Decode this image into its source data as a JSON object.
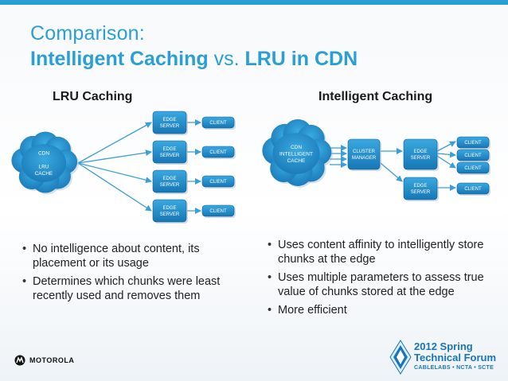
{
  "title": {
    "line1": "Comparison:",
    "line2_a": "Intelligent Caching",
    "line2_b": " vs. ",
    "line2_c": "LRU in CDN"
  },
  "left": {
    "heading": "LRU Caching",
    "cloud": [
      "CDN",
      "",
      "LRU",
      "CACHE"
    ],
    "servers": [
      [
        "EDGE",
        "SERVER"
      ],
      [
        "EDGE",
        "SERVER"
      ],
      [
        "EDGE",
        "SERVER"
      ],
      [
        "EDGE",
        "SERVER"
      ]
    ],
    "clients": [
      "CLIENT",
      "CLIENT",
      "CLIENT",
      "CLIENT"
    ],
    "bullets": [
      "No intelligence about content, its placement or its usage",
      "Determines which chunks were least recently used and removes them"
    ]
  },
  "right": {
    "heading": "Intelligent Caching",
    "cloud": [
      "CDN",
      "INTELLIGENT",
      "CACHE"
    ],
    "manager": [
      "CLUSTER",
      "MANAGER"
    ],
    "servers": [
      [
        "EDGE",
        "SERVER"
      ],
      [
        "EDGE",
        "SERVER"
      ]
    ],
    "clients": [
      "CLIENT",
      "CLIENT",
      "CLIENT",
      "CLIENT"
    ],
    "bullets": [
      "Uses content affinity to intelligently store chunks at the edge",
      "Uses multiple parameters to assess true value of chunks stored at the edge",
      "More efficient"
    ]
  },
  "footer": {
    "brand": "MOTOROLA",
    "forum_line1": "2012 Spring",
    "forum_line2": "Technical Forum",
    "forum_line3": "CABLELABS • NCTA • SCTE"
  },
  "colors": {
    "accent": "#2a9fd6",
    "box": "#1f8fcf",
    "box_dark": "#136ea8",
    "arrow": "#3a9fd8",
    "forum": "#1a75b8"
  }
}
